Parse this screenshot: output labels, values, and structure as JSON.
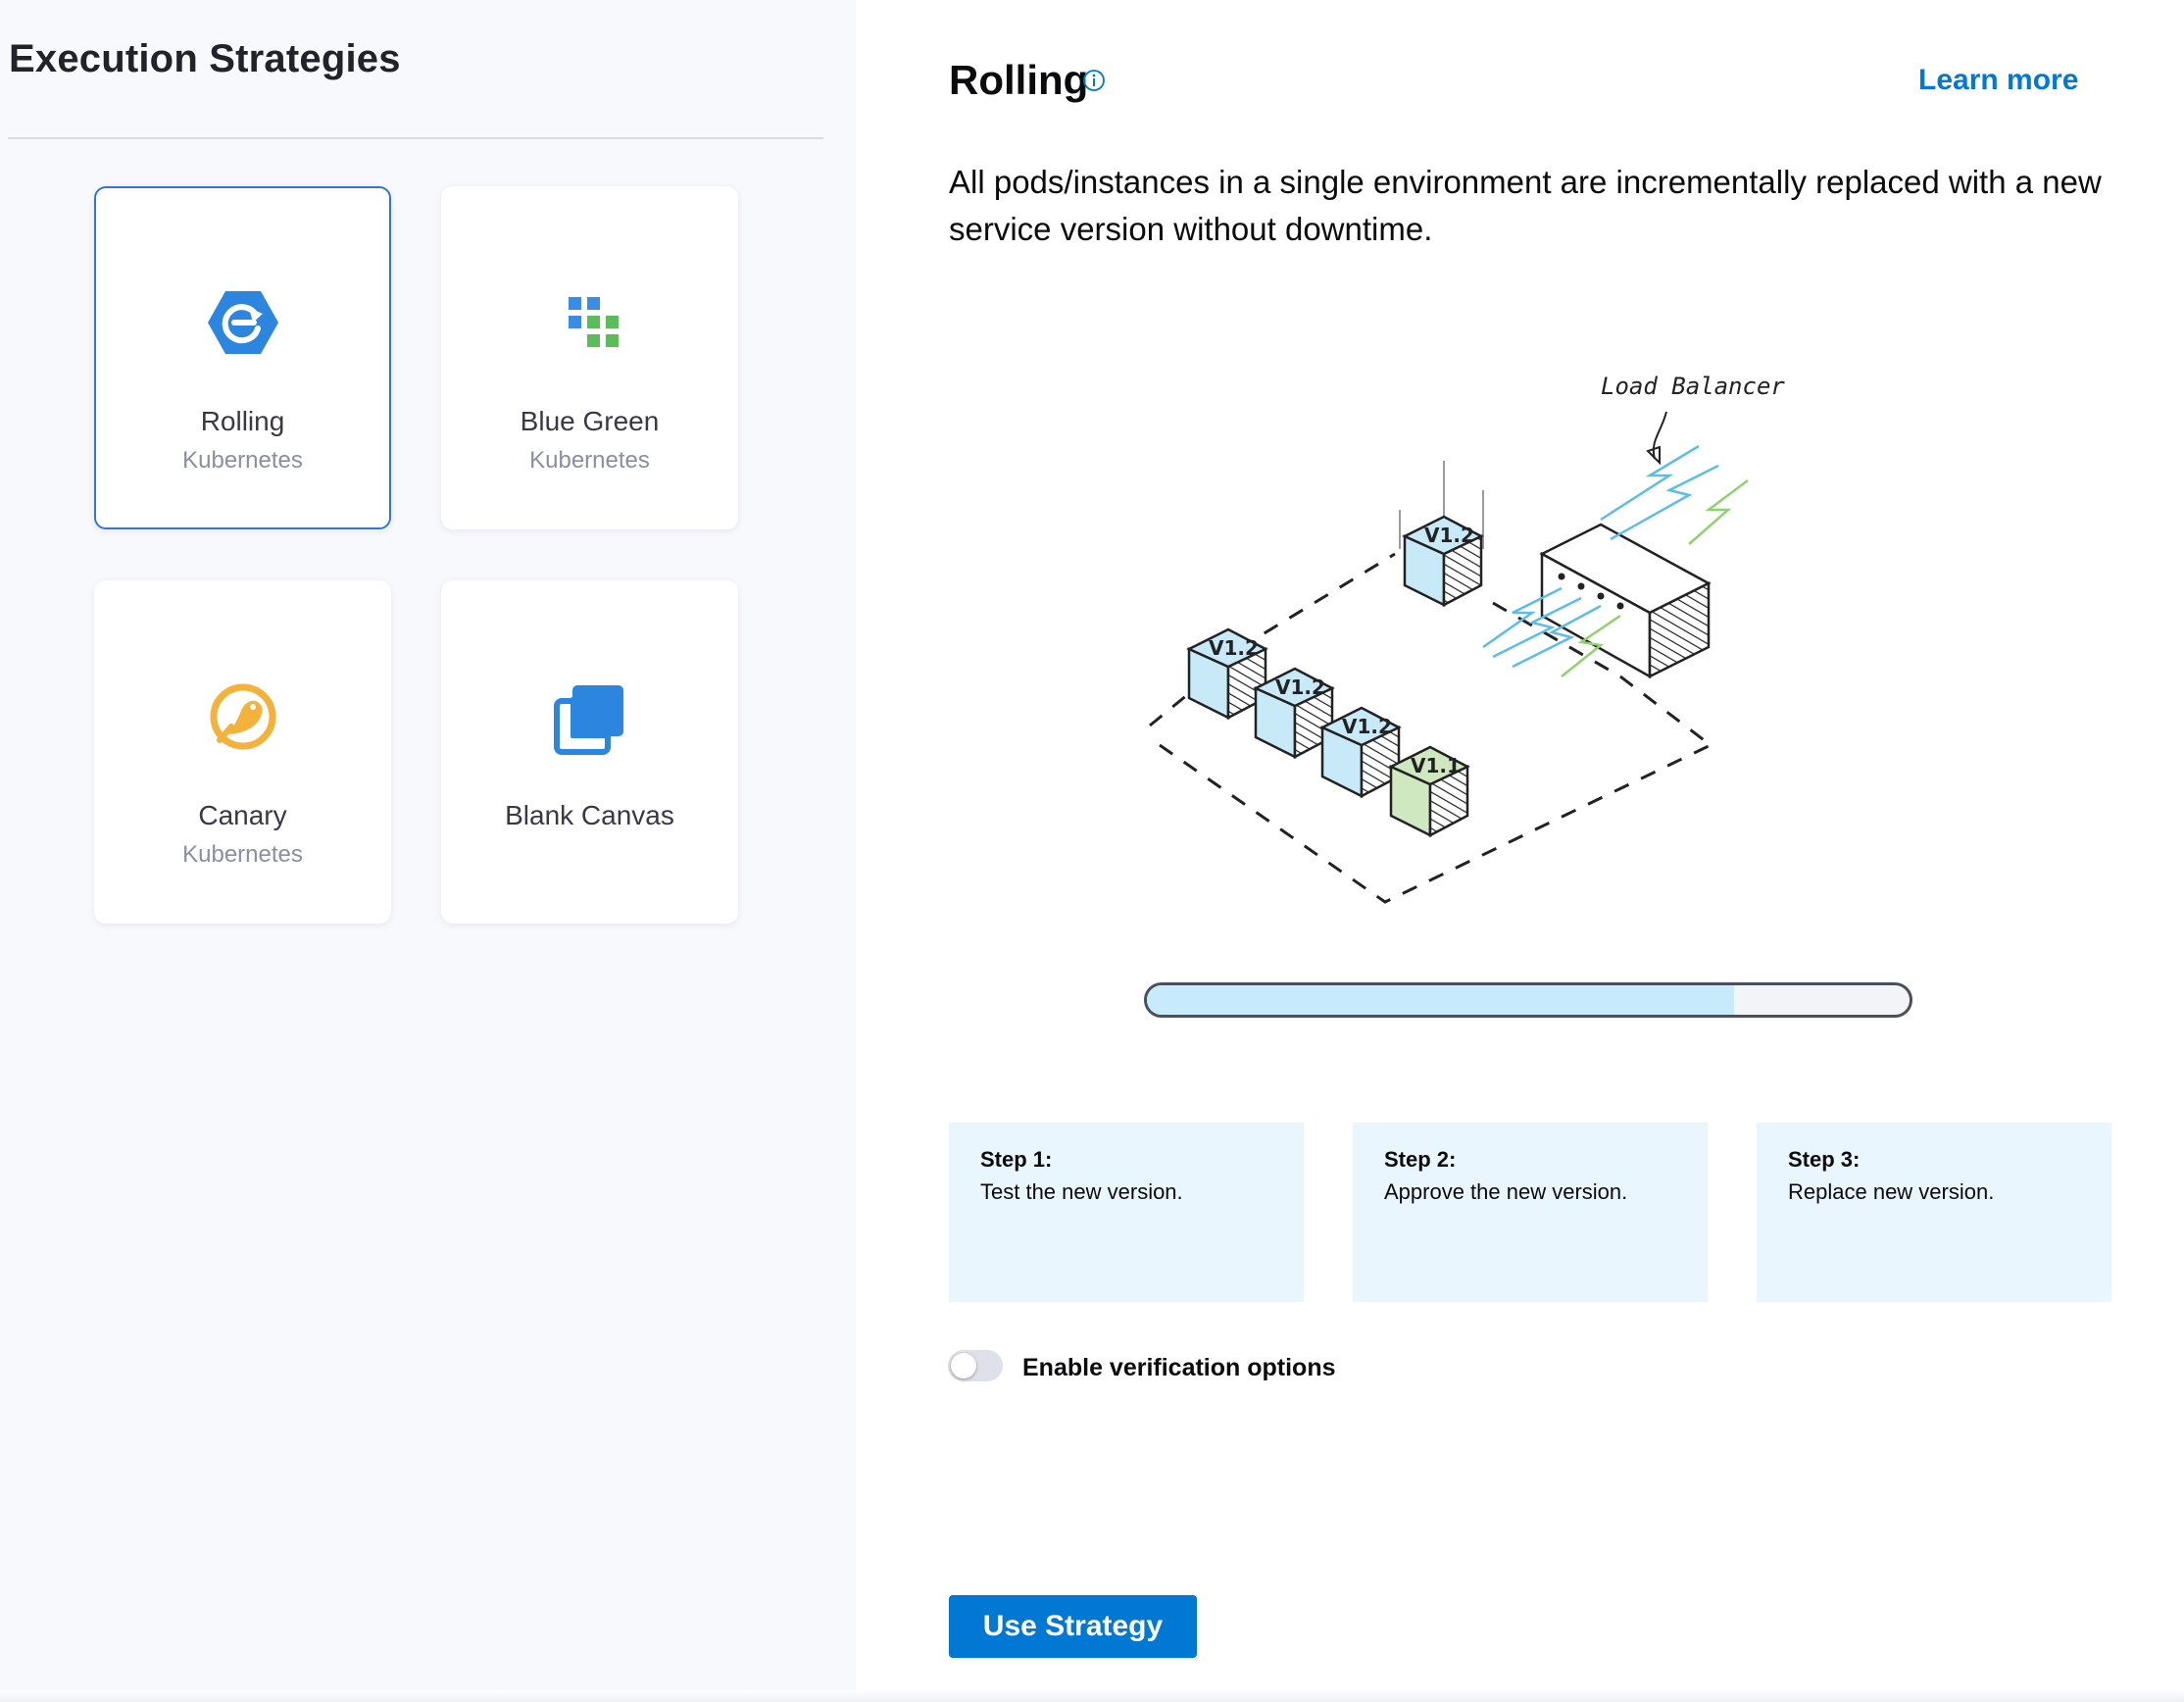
{
  "sidebar": {
    "title": "Execution Strategies",
    "cards": [
      {
        "name": "Rolling",
        "sub": "Kubernetes",
        "icon": "rolling-icon",
        "selected": true
      },
      {
        "name": "Blue Green",
        "sub": "Kubernetes",
        "icon": "blue-green-icon",
        "selected": false
      },
      {
        "name": "Canary",
        "sub": "Kubernetes",
        "icon": "canary-icon",
        "selected": false
      },
      {
        "name": "Blank Canvas",
        "sub": "",
        "icon": "blank-canvas-icon",
        "selected": false
      }
    ]
  },
  "detail": {
    "title": "Rolling",
    "info_icon": "info-icon",
    "learn_more": "Learn more",
    "description": "All pods/instances in a single environment are incrementally replaced with a new service version without downtime.",
    "diagram": {
      "load_balancer_label": "Load Balancer",
      "pod_labels": [
        "V1.2",
        "V1.2",
        "V1.2",
        "V1.2",
        "V1.1"
      ]
    },
    "progress_fraction": 0.77,
    "steps": [
      {
        "title": "Step 1:",
        "text": "Test the new version."
      },
      {
        "title": "Step 2:",
        "text": "Approve the new version."
      },
      {
        "title": "Step 3:",
        "text": "Replace new version."
      }
    ],
    "verification_label": "Enable verification options",
    "verification_enabled": false,
    "use_button": "Use Strategy"
  },
  "colors": {
    "accent": "#0278d5",
    "selected_border": "#3077d2",
    "step_bg": "#eaf6fd",
    "progress_fill": "#c7ebfb",
    "pod_new": "#c8e9f8",
    "pod_old": "#cfe8bf"
  }
}
